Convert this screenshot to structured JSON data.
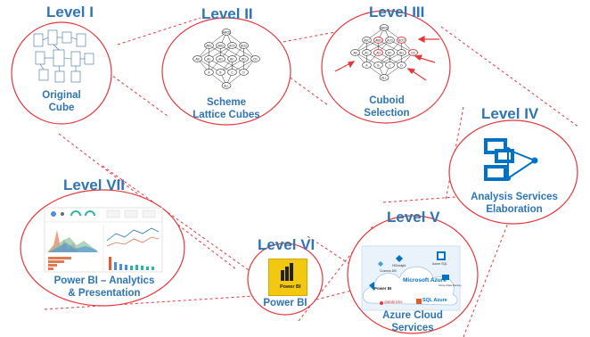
{
  "levels": {
    "level1": {
      "title": "Level I",
      "caption": [
        "Original",
        "Cube"
      ]
    },
    "level2": {
      "title": "Level II",
      "caption": [
        "Scheme",
        "Lattice Cubes"
      ]
    },
    "level3": {
      "title": "Level III",
      "caption": [
        "Cuboid",
        "Selection"
      ]
    },
    "level4": {
      "title": "Level IV",
      "caption": [
        "Analysis Services",
        "Elaboration"
      ]
    },
    "level5": {
      "title": "Level V",
      "caption": [
        "Azure Cloud",
        "Services"
      ]
    },
    "level6": {
      "title": "Level VI",
      "caption": [
        "Power BI"
      ]
    },
    "level7": {
      "title": "Level VII",
      "caption": [
        "Power BI – Analytics",
        "& Presentation"
      ]
    }
  },
  "lattice": {
    "root": "ABCD",
    "row2": [
      "ABC",
      "ABD",
      "ACD",
      "BCD"
    ],
    "row3": [
      "AB",
      "AC",
      "AD",
      "BC",
      "BD",
      "CD"
    ],
    "row4": [
      "A",
      "B",
      "C",
      "D"
    ],
    "bottom": "ALL"
  },
  "power_bi_logo_text": "Power BI",
  "azure_logos": [
    "Microsoft Azure",
    "Power BI",
    "databricks",
    "SQL Azure",
    "Azure SQL",
    "Azure Data Factory",
    "Cosmos DB",
    "HDInsight"
  ],
  "colors": {
    "accent": "#2e75b6",
    "ellipse": "#e4383c",
    "dashed": "#e4383c",
    "powerbi_yellow": "#f2c811",
    "azure_blue": "#0072c6"
  }
}
